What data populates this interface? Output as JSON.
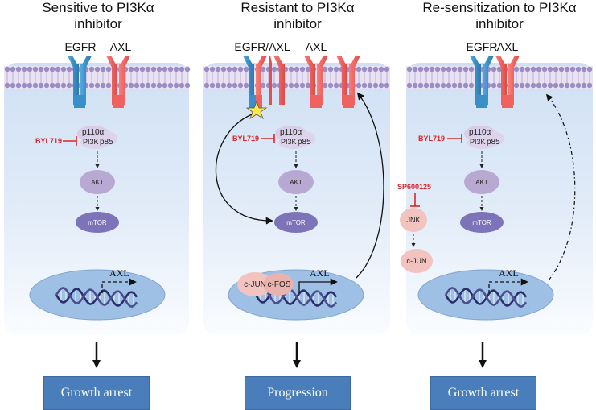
{
  "panels": [
    {
      "title_line1": "Sensitive to PI3Kα",
      "title_line2": "inhibitor",
      "receptor1_label": "EGFR",
      "receptor2_label": "AXL",
      "drug": "BYL719",
      "p110": "p110α",
      "pi3k": "PI3K",
      "p85": "p85",
      "akt": "AKT",
      "mtor": "mTOR",
      "gene": "AXL",
      "outcome": "Growth arrest"
    },
    {
      "title_line1": "Resistant to PI3Kα",
      "title_line2": "inhibitor",
      "receptor_label": "EGFR/AXL",
      "receptor2_label": "AXL",
      "drug": "BYL719",
      "p110": "p110α",
      "pi3k": "PI3K",
      "p85": "p85",
      "akt": "AKT",
      "mtor": "mTOR",
      "cjun": "c-JUN",
      "cfos": "c-FOS",
      "gene": "AXL",
      "outcome": "Progression"
    },
    {
      "title_line1": "Re-sensitization to PI3Kα",
      "title_line2": "inhibitor",
      "receptor1_label": "EGFR",
      "receptor2_label": "AXL",
      "drug": "BYL719",
      "drug2": "SP600125",
      "p110": "p110α",
      "pi3k": "PI3K",
      "p85": "p85",
      "akt": "AKT",
      "mtor": "mTOR",
      "jnk": "JNK",
      "cjun": "c-JUN",
      "gene": "AXL",
      "outcome": "Growth arrest"
    }
  ],
  "colors": {
    "egfr": "#3a8fc7",
    "axl": "#f0625f",
    "inhibitor": "#d9262a",
    "node": "#b7a9d2",
    "mtor": "#7c73b9",
    "nucleus": "#9fc0e5",
    "factor": "#f2c3bf",
    "outcome_box": "#4a7ebb"
  }
}
